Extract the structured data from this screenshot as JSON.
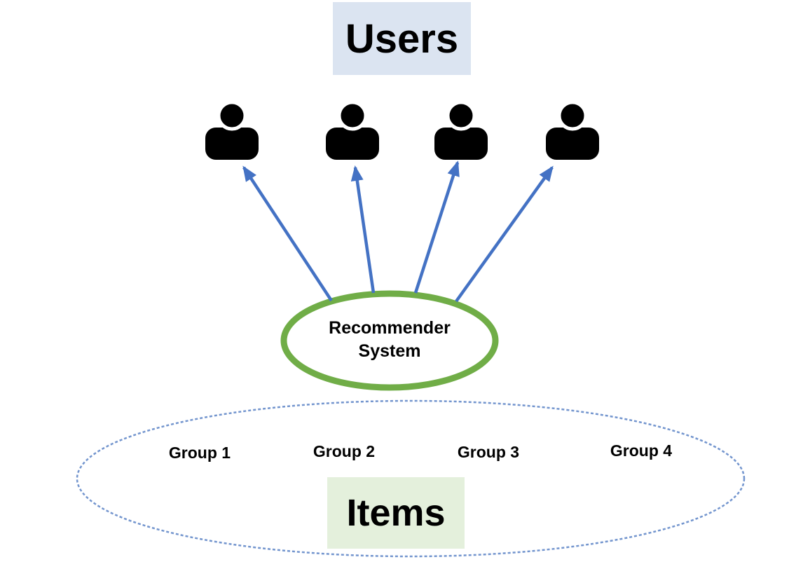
{
  "diagram": {
    "users_section": {
      "title": "Users",
      "user_count": 4
    },
    "recommender": {
      "label_line1": "Recommender",
      "label_line2": "System"
    },
    "items_section": {
      "title": "Items",
      "groups": [
        {
          "label": "Group 1"
        },
        {
          "label": "Group 2"
        },
        {
          "label": "Group 3"
        },
        {
          "label": "Group 4"
        }
      ]
    },
    "relations": [
      "recommender-system recommends to user-1",
      "recommender-system recommends to user-2",
      "recommender-system recommends to user-3",
      "recommender-system recommends to user-4"
    ]
  },
  "icons": {
    "user": "person-silhouette-icon"
  },
  "colors": {
    "users_box_bg": "#dbe4f1",
    "items_box_bg": "#e4f0dc",
    "recommender_stroke": "#70ad47",
    "items_ellipse_stroke": "#5b82c6",
    "arrow": "#4472c4",
    "user_icon": "#000000",
    "text": "#000000",
    "background": "#ffffff"
  }
}
